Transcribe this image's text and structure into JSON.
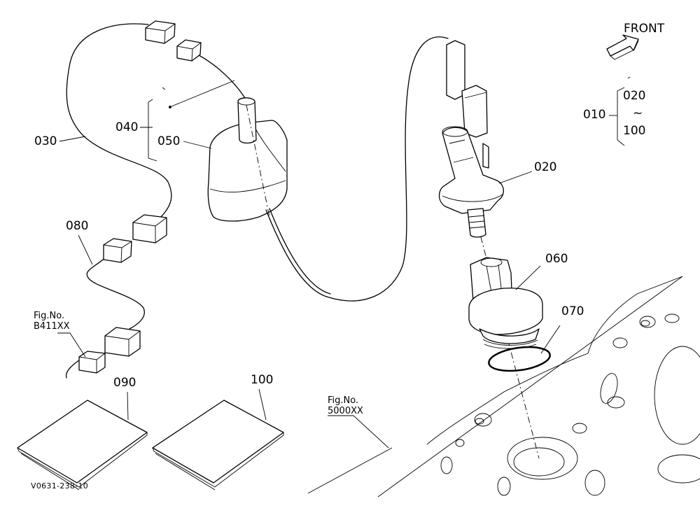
{
  "labels": {
    "part_010": "010",
    "part_020": "020",
    "part_020_range_start": "020",
    "range_tilde": "~",
    "part_100_range_end": "100",
    "part_030": "030",
    "part_040": "040",
    "part_050": "050",
    "part_060": "060",
    "part_070": "070",
    "part_080": "080",
    "part_090": "090",
    "part_100": "100"
  },
  "references": {
    "fig_b411": {
      "line1": "Fig.No.",
      "line2": "B411XX"
    },
    "fig_5000": {
      "line1": "Fig.No.",
      "line2": "5000XX"
    }
  },
  "front_indicator": "FRONT",
  "drawing_code": "V0631-238-10"
}
